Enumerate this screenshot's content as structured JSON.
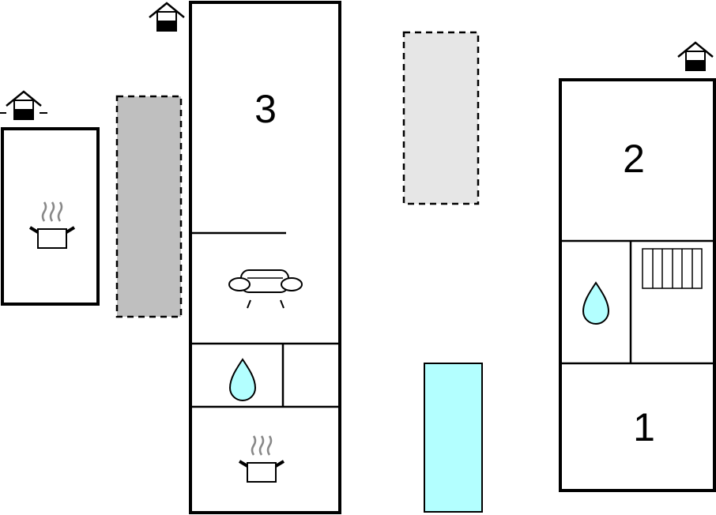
{
  "plan": {
    "rooms": {
      "middle_bedroom_number": "3",
      "right_bedroom_top_number": "2",
      "right_bedroom_bottom_number": "1"
    },
    "icons": [
      "house-icon",
      "kitchen-pot-icon",
      "sofa-icon",
      "water-drop-icon",
      "radiator-icon"
    ],
    "colors": {
      "wall": "#000000",
      "dark_terrace": "#bfbfbf",
      "light_terrace": "#e6e6e6",
      "pool": "#b3ffff",
      "water_drop": "#b3ffff",
      "steam": "#888888"
    }
  }
}
